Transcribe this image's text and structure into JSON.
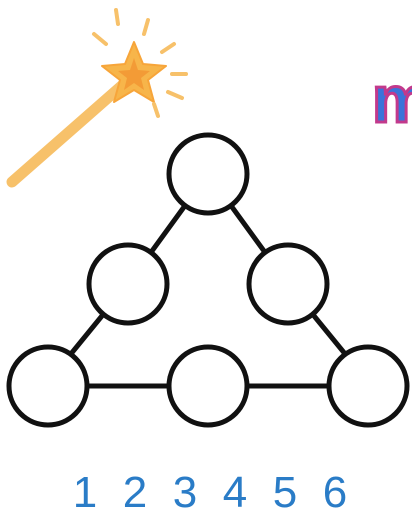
{
  "title_fragment": "m",
  "icons": {
    "wand": "magic-wand-icon"
  },
  "colors": {
    "wand_stick": "#f7c16a",
    "wand_star": "#f7b54a",
    "sparkle": "#f7c16a",
    "title_fill": "#3a73d9",
    "title_outline": "#c2398c",
    "numbers": "#2a7cc7",
    "circle_stroke": "#111111"
  },
  "numbers": [
    "1",
    "2",
    "3",
    "4",
    "5",
    "6"
  ]
}
